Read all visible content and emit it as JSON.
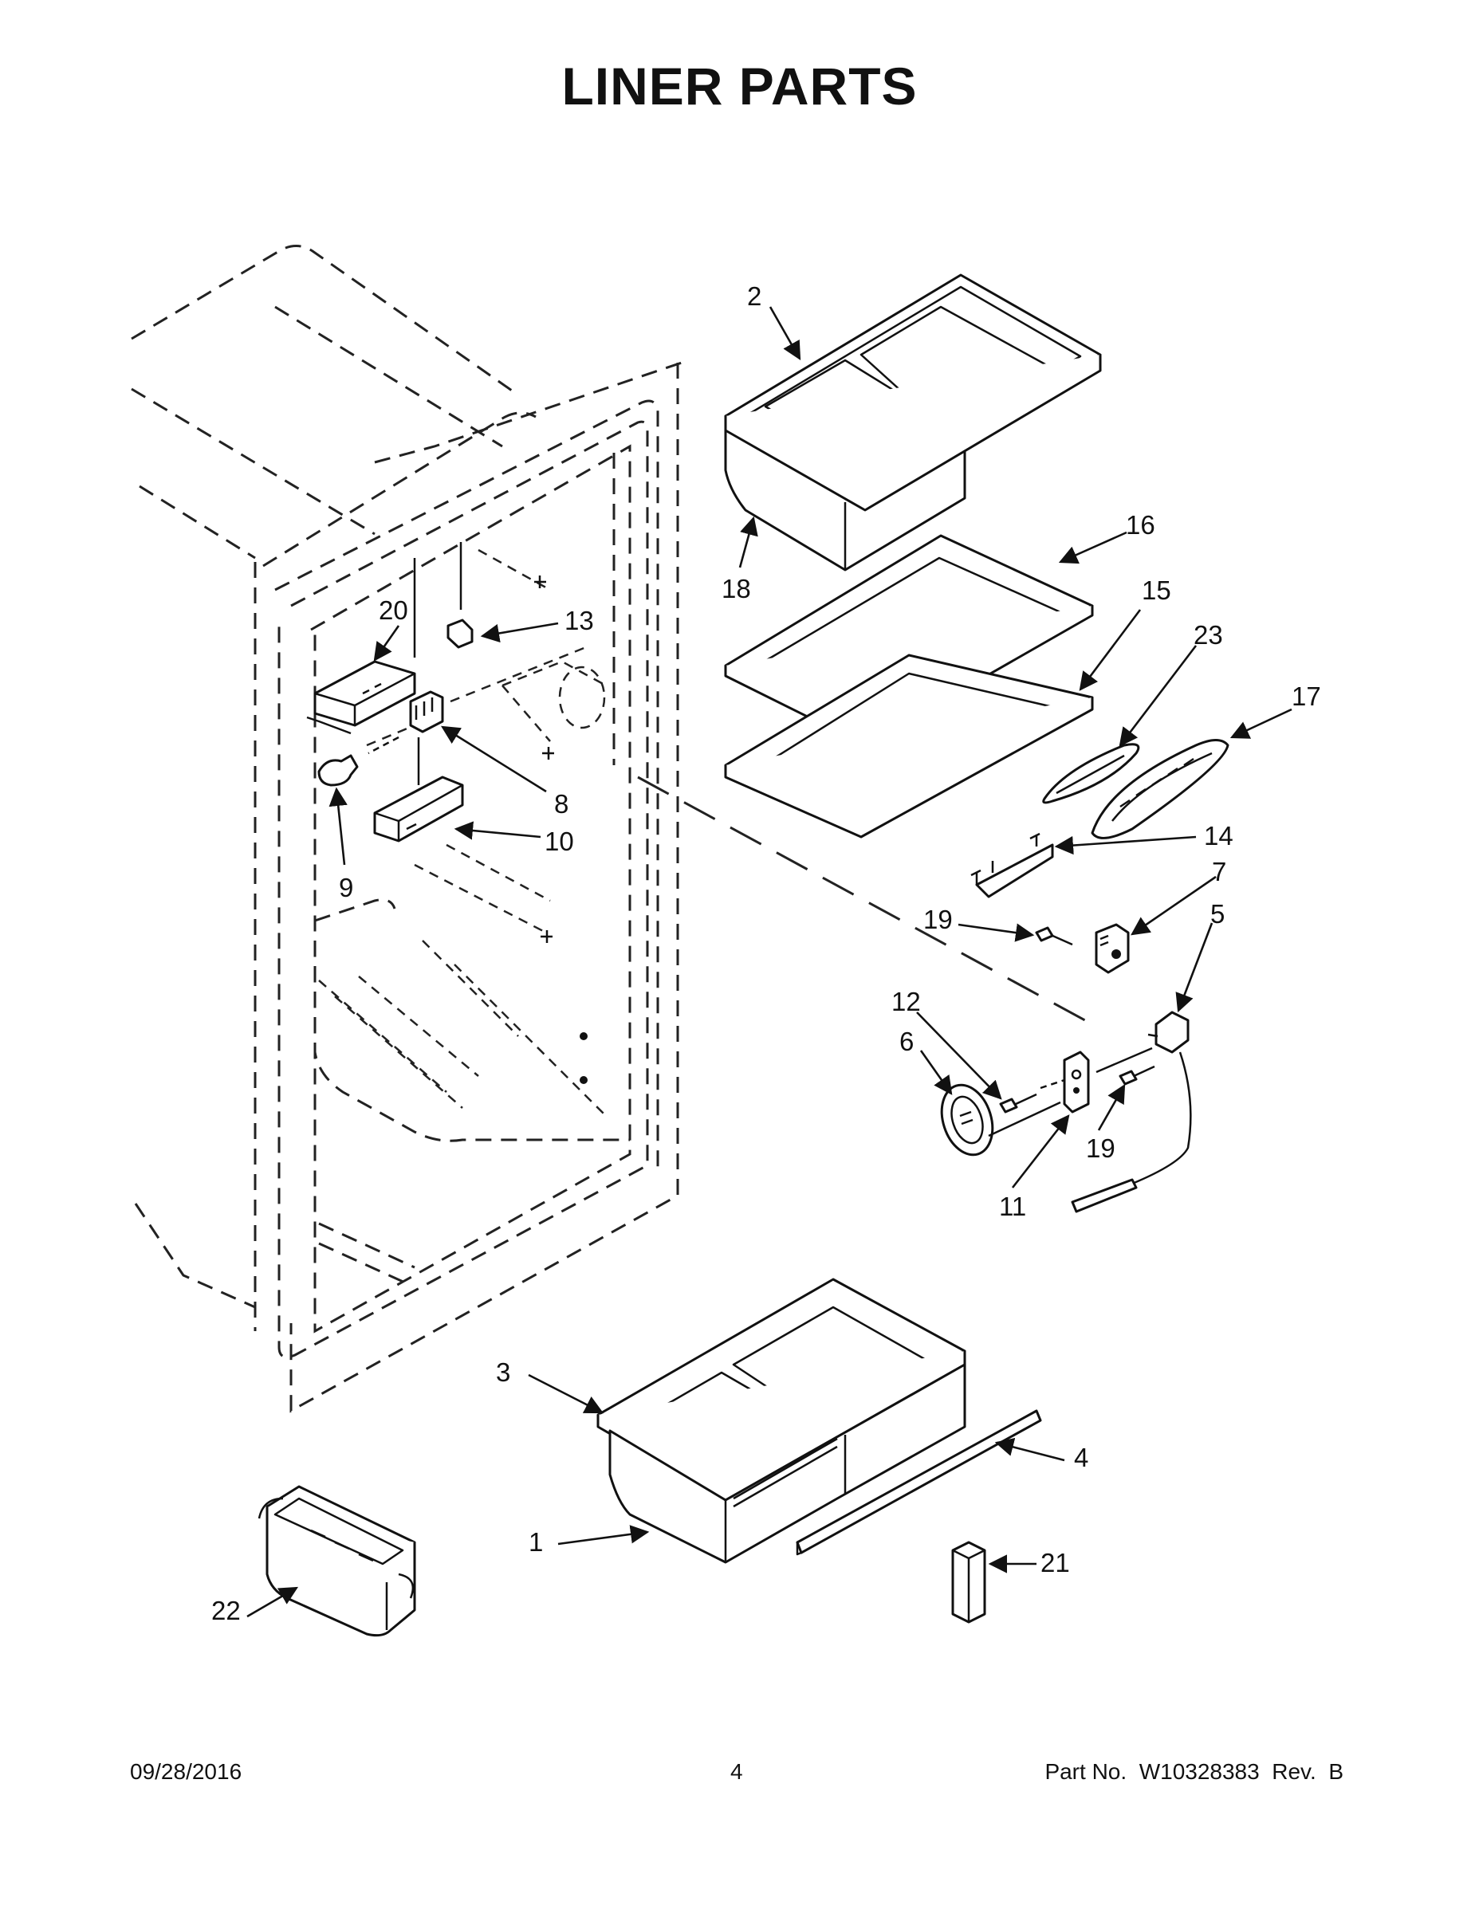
{
  "title": "LINER PARTS",
  "footer": {
    "date": "09/28/2016",
    "page": "4",
    "part_number": "Part No.  W10328383  Rev.  B"
  },
  "callouts": {
    "c1": "1",
    "c2": "2",
    "c3": "3",
    "c4": "4",
    "c5": "5",
    "c6": "6",
    "c7": "7",
    "c8": "8",
    "c9": "9",
    "c10": "10",
    "c11": "11",
    "c12": "12",
    "c13": "13",
    "c14": "14",
    "c15": "15",
    "c16": "16",
    "c17": "17",
    "c18": "18",
    "c19a": "19",
    "c19b": "19",
    "c20": "20",
    "c21": "21",
    "c22": "22",
    "c23": "23"
  }
}
